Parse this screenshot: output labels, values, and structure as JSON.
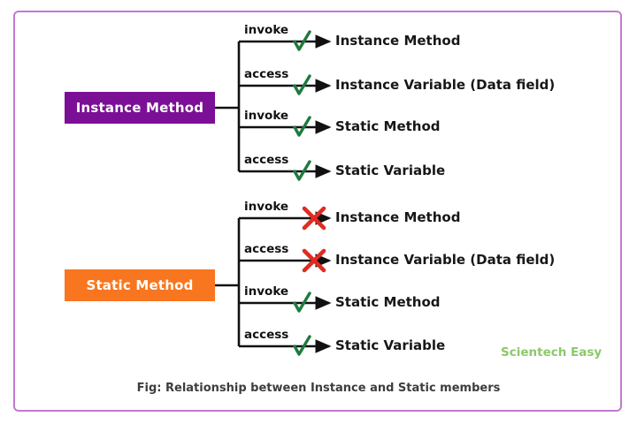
{
  "figure": {
    "caption": "Fig: Relationship between Instance and Static members",
    "watermark": "Scientech Easy",
    "border_color": "#c379d0",
    "background": "#ffffff"
  },
  "colors": {
    "instance_node": "#7b1096",
    "static_node": "#f8761f",
    "allowed_mark": "#1f7a3d",
    "denied_mark": "#e02b20",
    "line": "#111111",
    "label_text": "#171717",
    "watermark_text": "#8bc96a",
    "caption_text": "#3d3d3d"
  },
  "groups": [
    {
      "id": "instance-method",
      "source_label": "Instance Method",
      "source_color": "#7b1096",
      "branches": [
        {
          "relation": "invoke",
          "target": "Instance Method",
          "mark": "check",
          "allowed": true
        },
        {
          "relation": "access",
          "target": "Instance Variable (Data field)",
          "mark": "check",
          "allowed": true
        },
        {
          "relation": "invoke",
          "target": "Static Method",
          "mark": "check",
          "allowed": true
        },
        {
          "relation": "access",
          "target": "Static Variable",
          "mark": "check",
          "allowed": true
        }
      ]
    },
    {
      "id": "static-method",
      "source_label": "Static Method",
      "source_color": "#f8761f",
      "branches": [
        {
          "relation": "invoke",
          "target": "Instance Method",
          "mark": "cross",
          "allowed": false
        },
        {
          "relation": "access",
          "target": "Instance Variable (Data field)",
          "mark": "cross",
          "allowed": false
        },
        {
          "relation": "invoke",
          "target": "Static Method",
          "mark": "check",
          "allowed": true
        },
        {
          "relation": "access",
          "target": "Static Variable",
          "mark": "check",
          "allowed": true
        }
      ]
    }
  ]
}
